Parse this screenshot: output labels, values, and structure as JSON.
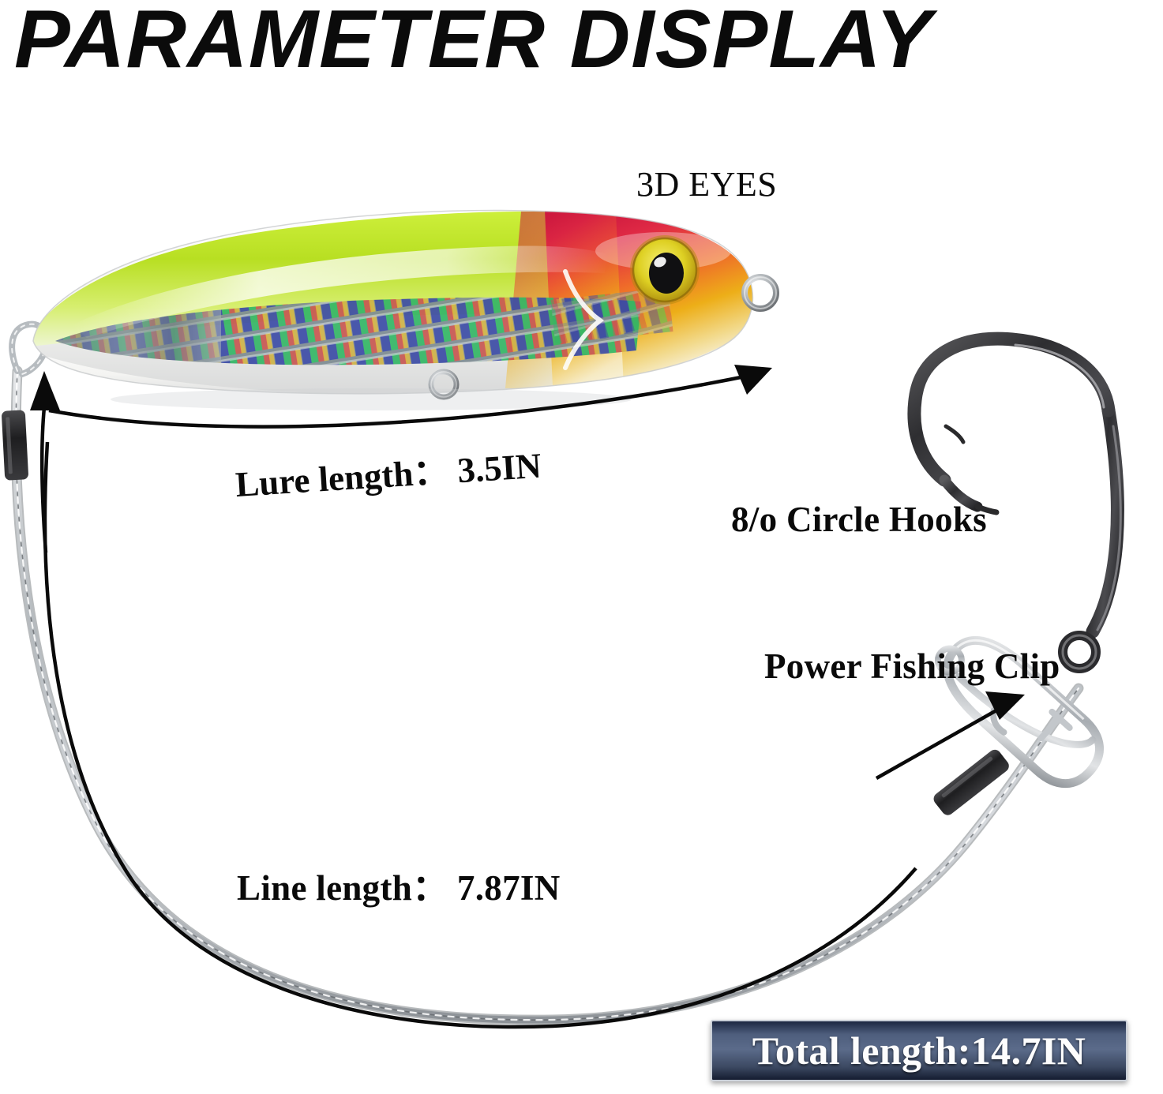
{
  "page": {
    "title": "PARAMETER DISPLAY",
    "background_color": "#ffffff"
  },
  "annotations": {
    "eyes": {
      "label": "3D EYES"
    },
    "lure_length": {
      "label": "Lure length： 3.5IN",
      "measure": "Lure length",
      "value": "3.5IN"
    },
    "hooks": {
      "label": "8/o Circle Hooks",
      "size": "8/o",
      "type": "Circle Hooks"
    },
    "clip": {
      "label": "Power Fishing Clip"
    },
    "line_length": {
      "label": "Line length： 7.87IN",
      "measure": "Line length",
      "value": "7.87IN"
    }
  },
  "badge": {
    "label": "Total length:14.7IN",
    "value": "14.7IN",
    "background_start": "#1c2742",
    "background_mid": "#5b6b8a",
    "background_end": "#141c30",
    "border_color": "#c9cfd8",
    "text_color": "#fdfdfd"
  },
  "product_colors": {
    "lure_back": "#b9e02a",
    "lure_head_top": "#d81840",
    "lure_head_mid": "#e8a11c",
    "lure_belly": "#f2f2f0",
    "lure_foil": "#7a8a90",
    "eye_iris": "#e6d23c",
    "eye_pupil": "#121212",
    "hook_metal": "#3a3a3c",
    "wire_metal": "#bfc3c6",
    "crimp_sleeve": "#262628",
    "arrow_color": "#0a0a0a"
  }
}
